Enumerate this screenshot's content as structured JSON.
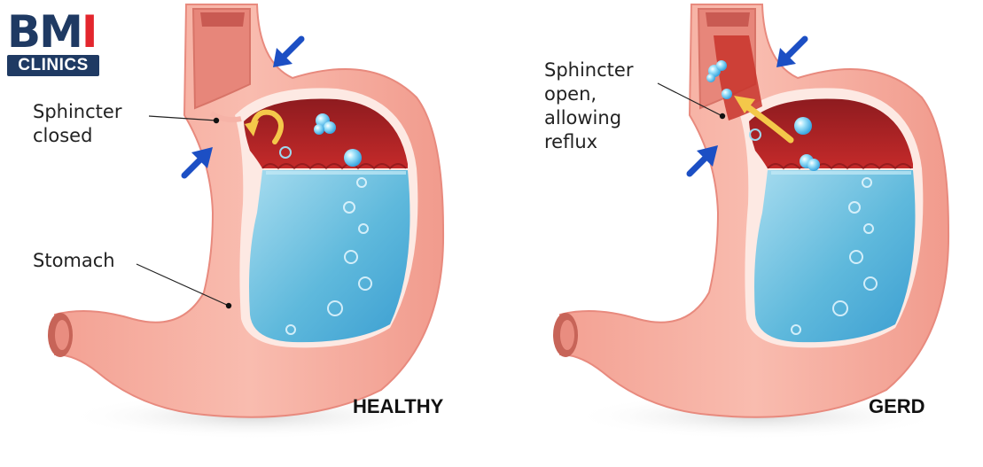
{
  "logo": {
    "line1_part1": "BM",
    "line1_part2": "I",
    "line2": "CLINICS"
  },
  "healthy": {
    "sphincter_label": [
      "Sphincter",
      "closed"
    ],
    "stomach_label": "Stomach",
    "caption": "HEALTHY"
  },
  "gerd": {
    "sphincter_label": [
      "Sphincter",
      "open,",
      "allowing",
      "reflux"
    ],
    "caption": "GERD"
  },
  "colors": {
    "tissue": "#f7b0a3",
    "tissue_dark": "#e8857a",
    "lumen": "#fde9e3",
    "mucosa": "#a51f25",
    "acid": "#5fb9dc",
    "bubble": "#7ed6f4",
    "arrow": "#1c4fc4",
    "reflux_arrow": "#f4c84a",
    "logo_navy": "#1f3a63",
    "logo_red": "#e3262d"
  }
}
